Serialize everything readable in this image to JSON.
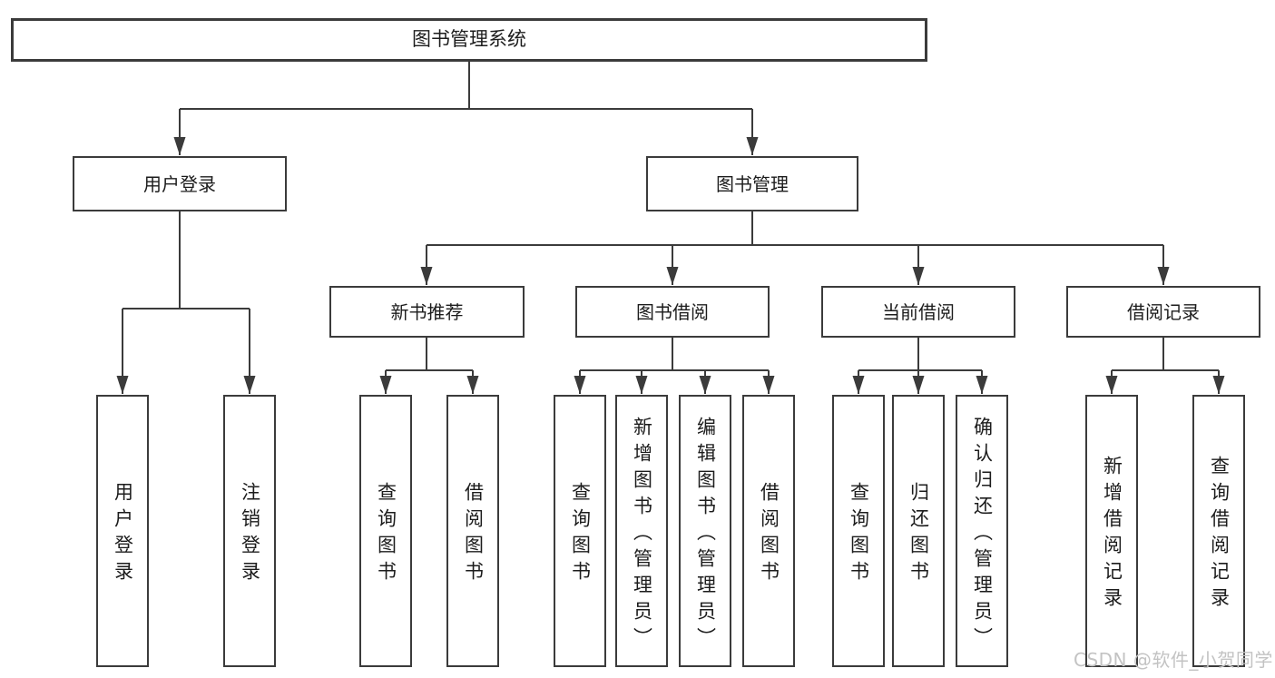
{
  "diagram": {
    "type": "tree",
    "title": "图书管理系统",
    "colors": {
      "line": "#3b3b3b",
      "box_border": "#3b3b3b",
      "box_background": "#ffffff",
      "text": "#1c1c1c",
      "watermark_text": "#c3c3c3"
    },
    "nodes": {
      "root": "图书管理系统",
      "user_login": "用户登录",
      "book_management": "图书管理",
      "new_book_recommend": "新书推荐",
      "book_borrowing": "图书借阅",
      "current_borrowing": "当前借阅",
      "borrowing_records": "借阅记录",
      "leaves": {
        "user_login": [
          "用户登录",
          "注销登录"
        ],
        "new_book_recommend": [
          "查询图书",
          "借阅图书"
        ],
        "book_borrowing": [
          "查询图书",
          "新增图书（管理员）",
          "编辑图书（管理员）",
          "借阅图书"
        ],
        "current_borrowing": [
          "查询图书",
          "归还图书",
          "确认归还（管理员）"
        ],
        "borrowing_records": [
          "新增借阅记录",
          "查询借阅记录"
        ]
      }
    }
  },
  "watermark": {
    "text": "CSDN @软件_小贺同学"
  }
}
